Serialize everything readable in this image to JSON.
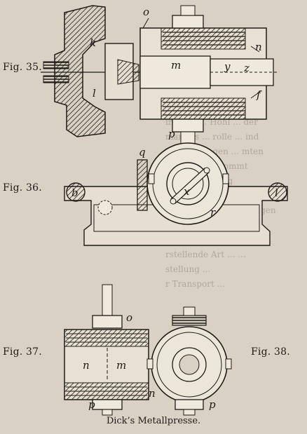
{
  "figures": {
    "fig35": "Fig. 35.",
    "fig36": "Fig. 36.",
    "fig37": "Fig. 37.",
    "fig38": "Fig. 38."
  },
  "letters": {
    "o": "o",
    "k": "k",
    "m": "m",
    "n": "n",
    "y": "y",
    "z": "z",
    "l": "l",
    "f": "f",
    "p": "p",
    "q": "q",
    "b": "b",
    "x": "x",
    "r": "r"
  },
  "caption": "Dick’s Metallpresse."
}
